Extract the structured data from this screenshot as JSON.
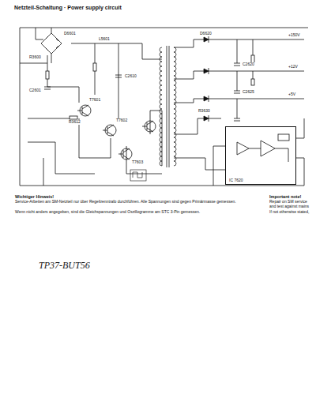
{
  "diagram": {
    "title": "Netzteil-Schaltung · Power supply circuit",
    "nodes": [
      {
        "text": [
          "IC 7620"
        ]
      }
    ],
    "labels": [
      "Wichtiger Hinweis!",
      "Service-Arbeiten am SM-Netzteil nur über Regeltrenntrafo durchführen. Alle Spannungen sind gegen Primärmasse gemessen.",
      "Wenn nicht anders angegeben, sind die Gleichspannungen und Oszillogramme am STC 3-Pin gemessen.",
      "Important note!",
      "Repair on SM service",
      "and test against mains",
      "If not otherwise stated,",
      "TP37-BUT56",
      "R3600",
      "C2601",
      "D6601",
      "L5601",
      "C2610",
      "R3612",
      "T7601",
      "T7602",
      "T7603",
      "D6620",
      "C2620",
      "C2625",
      "R3630",
      "+150V",
      "+12V",
      "+5V"
    ]
  }
}
